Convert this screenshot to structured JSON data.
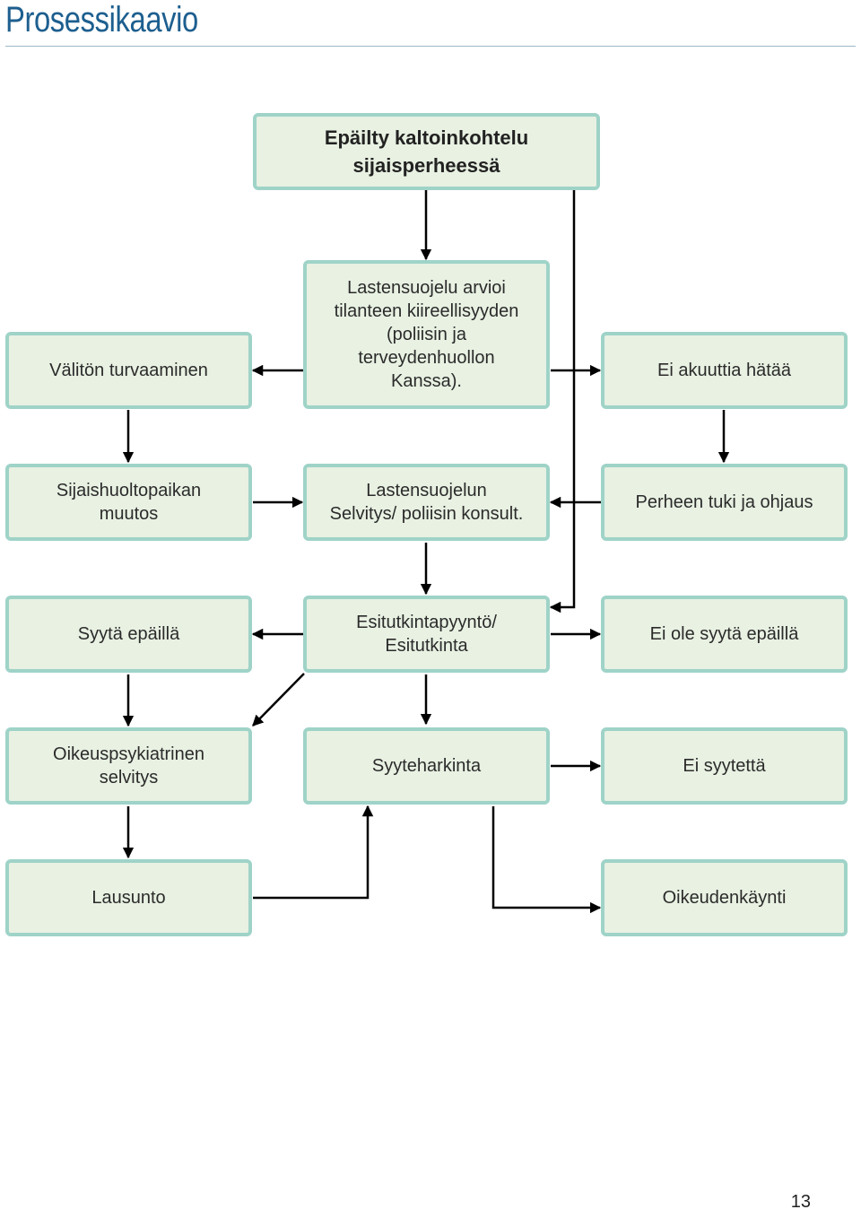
{
  "header": {
    "title": "Prosessikaavio"
  },
  "nodes": {
    "suspected_abuse": "Epäilty kaltoinkohtelu\nsijaisperheessä",
    "immediate_protection": "Välitön turvaaminen",
    "urgency_assessment": "Lastensuojelu arvioi\ntilanteen kiireellisyyden\n(poliisin ja\nterveydenhuollon\nKanssa).",
    "no_acute_emergency": "Ei akuuttia hätää",
    "placement_change": "Sijaishuoltopaikan\nmuutos",
    "child_welfare_report": "Lastensuojelun\nSelvitys/ poliisin konsult.",
    "family_support": "Perheen tuki ja ohjaus",
    "grounds_to_suspect": "Syytä epäillä",
    "pretrial_request": "Esitutkintapyyntö/\nEsitutkinta",
    "no_grounds": "Ei ole syytä epäillä",
    "forensic_psychiatric": "Oikeuspsykiatrinen\nselvitys",
    "charge_consideration": "Syyteharkinta",
    "no_charges": "Ei syytettä",
    "statement": "Lausunto",
    "trial": "Oikeudenkäynti"
  },
  "footer": {
    "page_number": "13"
  },
  "colors": {
    "box_fill": "#e8f1e2",
    "box_border": "#9fd3c8",
    "title": "#1d5f8f",
    "arrow": "#000000"
  }
}
